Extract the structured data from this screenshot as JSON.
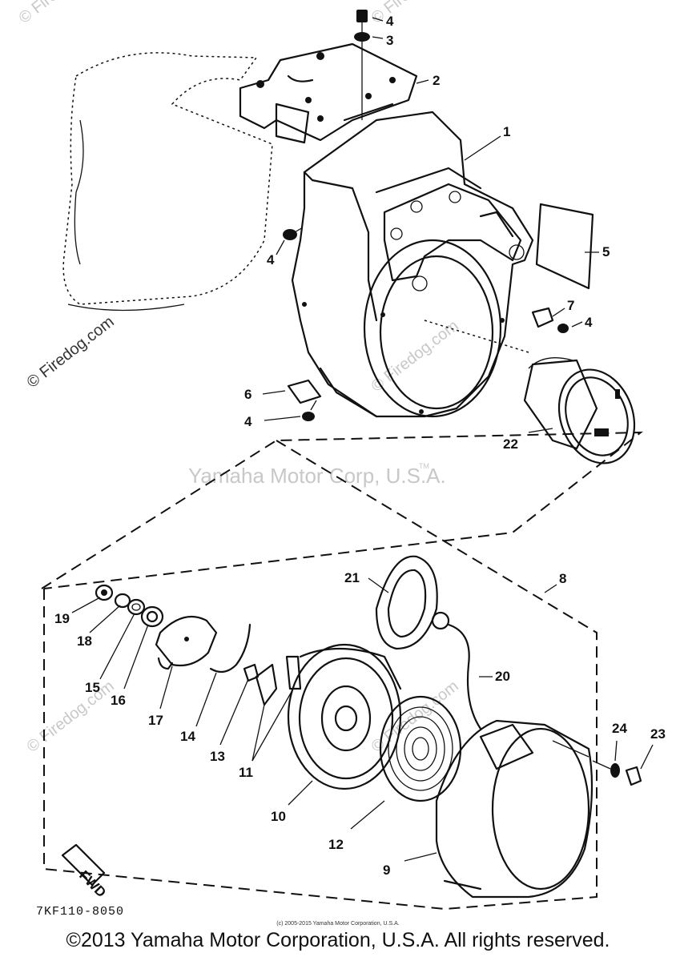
{
  "watermarks": {
    "center": "Yamaha Motor Corp, U.S.A.",
    "tm": "TM",
    "firedog_left": "© Firedog.com",
    "firedog_mid": "© Firedog.com",
    "firedog_top": "© Fire",
    "firedog_top_right": "© Fire",
    "firedog_low": "© Firedog.com",
    "firedog_low_left": "© Firedog.com"
  },
  "callouts": {
    "c1": "1",
    "c2": "2",
    "c3": "3",
    "c4a": "4",
    "c4b": "4",
    "c4c": "4",
    "c4d": "4",
    "c5": "5",
    "c6": "6",
    "c7": "7",
    "c8": "8",
    "c9": "9",
    "c10": "10",
    "c11": "11",
    "c12": "12",
    "c13": "13",
    "c14": "14",
    "c15": "15",
    "c16": "16",
    "c17": "17",
    "c18": "18",
    "c19": "19",
    "c20": "20",
    "c21": "21",
    "c22": "22",
    "c23": "23",
    "c24": "24"
  },
  "fwd_label": "FWD",
  "part_code": "7KF110-8050",
  "small_copyright": "(c) 2005-2015 Yamaha Motor Corporation, U.S.A.",
  "footer": "©2013 Yamaha Motor Corporation, U.S.A. All rights reserved."
}
